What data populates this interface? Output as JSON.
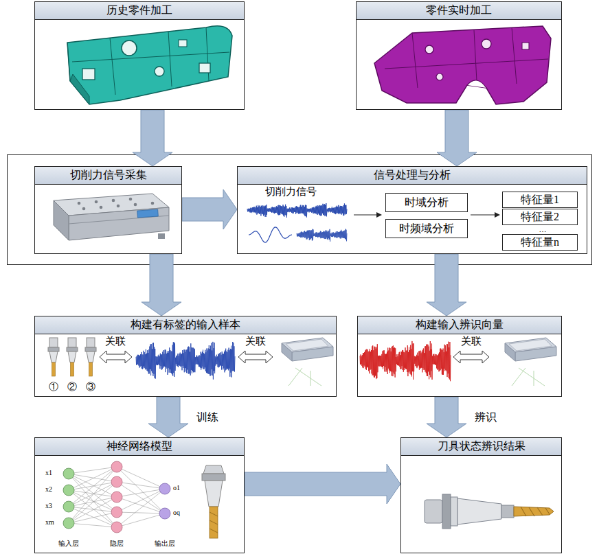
{
  "diagram": {
    "nodes": [
      {
        "text": [
          "历史零件加工"
        ]
      },
      {
        "text": [
          "零件实时加工"
        ]
      },
      {
        "text": [
          "切削力信号采集"
        ]
      },
      {
        "text": [
          "信号处理与分析"
        ]
      },
      {
        "text": [
          "时域分析"
        ],
        "in": 3
      },
      {
        "text": [
          "时频域分析"
        ],
        "in": 3
      },
      {
        "text": [
          "特征量1"
        ],
        "in": 3
      },
      {
        "text": [
          "特征量2"
        ],
        "in": 3
      },
      {
        "text": [
          "特征量n"
        ],
        "in": 3
      },
      {
        "text": [
          "构建有标签的输入样本"
        ]
      },
      {
        "text": [
          "构建输入辨识向量"
        ]
      },
      {
        "text": [
          "神经网络模型"
        ]
      },
      {
        "text": [
          "刀具状态辨识结果"
        ]
      }
    ],
    "edges": [
      {
        "from": 0,
        "to": 2,
        "arrow": "to"
      },
      {
        "from": 1,
        "to": 3,
        "arrow": "to"
      },
      {
        "from": 2,
        "to": 3,
        "arrow": "to"
      },
      {
        "from": 2,
        "to": 9,
        "arrow": "to"
      },
      {
        "from": 3,
        "to": 10,
        "arrow": "to"
      },
      {
        "from": 9,
        "to": 11,
        "label": "训练",
        "arrow": "to"
      },
      {
        "from": 10,
        "to": 12,
        "label": "辨识",
        "arrow": "to"
      },
      {
        "from": 11,
        "to": 12,
        "arrow": "to"
      }
    ],
    "labels": [
      "切削力信号",
      "…",
      "①",
      "②",
      "③",
      "关联",
      "关联",
      "关联",
      "x1",
      "x2",
      "x3",
      "xm",
      "o1",
      "oq",
      "输入层",
      "隐层",
      "输出层"
    ]
  }
}
